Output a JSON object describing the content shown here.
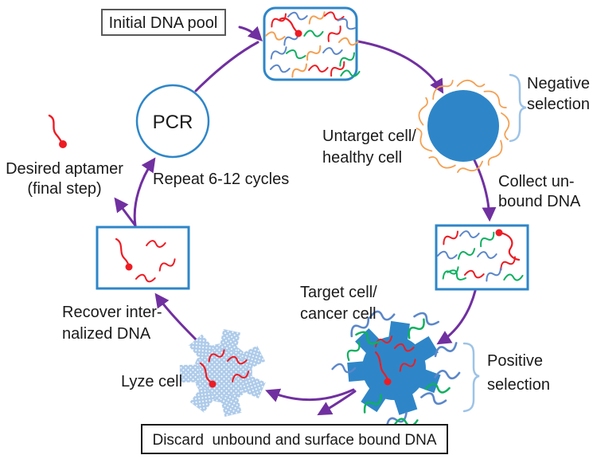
{
  "diagram": {
    "boxes": {
      "initial_dna_pool": "Initial DNA pool",
      "discard": "Discard  unbound and surface bound DNA"
    },
    "nodes": {
      "pcr": "PCR"
    },
    "labels": {
      "negative_selection": [
        "Negative",
        "selection"
      ],
      "untarget_cell": [
        "Untarget cell/",
        "healthy cell"
      ],
      "collect_unbound": [
        "Collect un-",
        "bound DNA"
      ],
      "target_cell": [
        "Target cell/",
        "cancer cell"
      ],
      "positive_selection": [
        "Positive",
        "selection"
      ],
      "lyze_cell": "Lyze cell",
      "recover_internalized": [
        "Recover inter-",
        "nalized DNA"
      ],
      "repeat_cycles": "Repeat 6-12 cycles",
      "desired_aptamer": [
        "Desired aptamer",
        "(final step)"
      ]
    },
    "colors": {
      "arrow_purple": "#7030A0",
      "cell_blue": "#2E86C8",
      "box_border_blue": "#2E86C8",
      "lyzed_cell_fill": "#AECBEA",
      "bracket_blue": "#9DC3E6",
      "strand_red": "#ED1C24",
      "strand_orange": "#F4A052",
      "strand_blue": "#5B87C9",
      "strand_green": "#0FB060",
      "label_box_border": "#595959",
      "discard_box_border": "#1A1A1A"
    }
  }
}
